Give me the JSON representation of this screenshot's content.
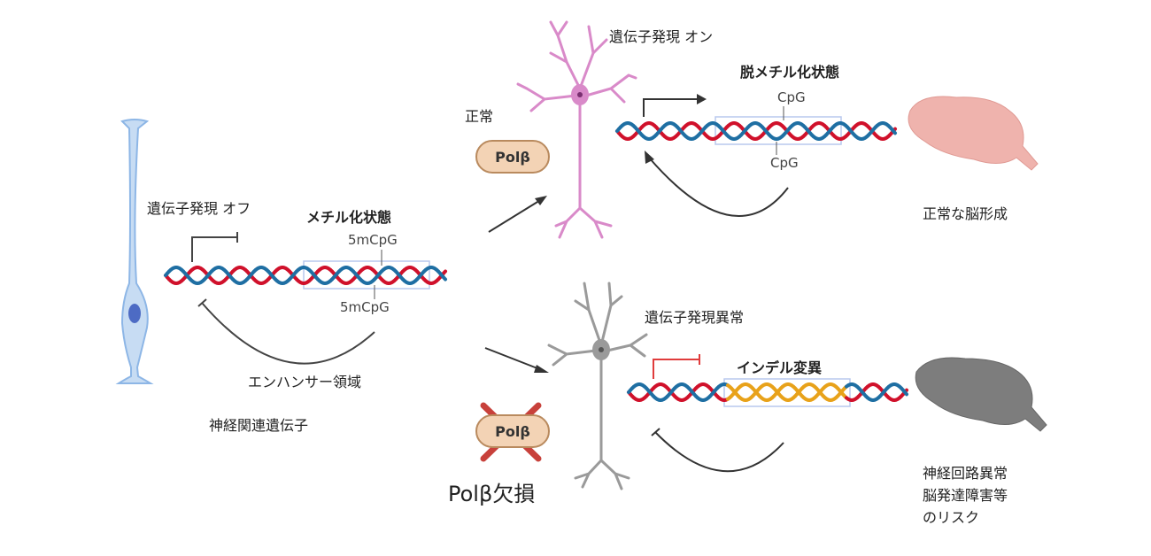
{
  "left": {
    "expression_off": "遺伝子発現 オフ",
    "methylated": "メチル化状態",
    "cpg_top": "5mCpG",
    "cpg_bottom": "5mCpG",
    "enhancer": "エンハンサー領域",
    "gene": "神経関連遺伝子"
  },
  "normal": {
    "label": "正常",
    "pol": "Polβ",
    "expression_on": "遺伝子発現 オン",
    "demethylated": "脱メチル化状態",
    "cpg_top": "CpG",
    "cpg_bottom": "CpG",
    "outcome": "正常な脳形成"
  },
  "deficient": {
    "pol": "Polβ",
    "label": "Polβ欠損",
    "expression_abnormal": "遺伝子発現異常",
    "indel": "インデル変異",
    "outcome_lines": [
      "神経回路異常",
      "脳発達障害等",
      "のリスク"
    ]
  },
  "colors": {
    "strand_red": "#d0112b",
    "strand_blue": "#1f6fa3",
    "strand_orange": "#e8a21a",
    "neuron_pink": "#d98ac9",
    "neuron_gray": "#9a9a9a",
    "progenitor_blue": "#a9c9ec",
    "brain_pink": "#efb3ad",
    "brain_gray": "#7d7d7d",
    "cross_red": "#c8413b"
  }
}
